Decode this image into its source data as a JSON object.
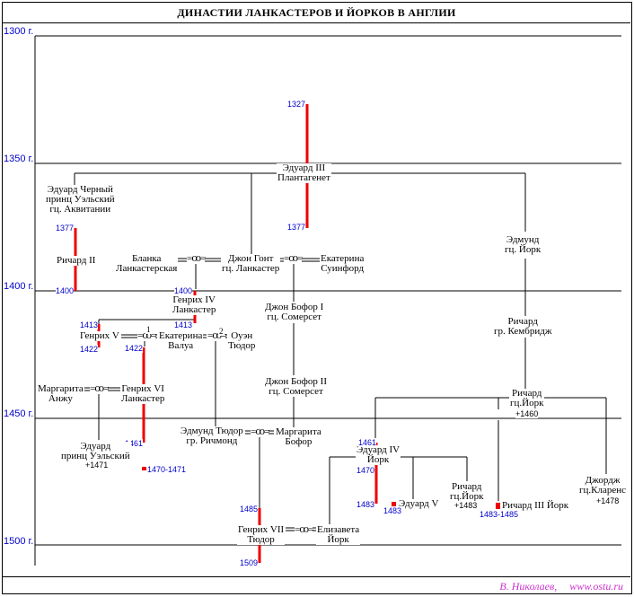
{
  "title": "ДИНАСТИИ  ЛАНКАСТЕРОВ  И  ЙОРКОВ  В  АНГЛИИ",
  "credit": {
    "author": "В. Николаев,",
    "site": "www.ostu.ru"
  },
  "year_labels": [
    "1300 г.",
    "1350 г.",
    "1400 г.",
    "1450 г.",
    "1500 г."
  ],
  "colors": {
    "reign": "#ee0000",
    "year_text": "#0000cc",
    "credit": "#cc33cc",
    "line": "#000000"
  },
  "marriage_symbol": "=ꝏ=",
  "people": {
    "edward3": {
      "lines": [
        "Эдуард III",
        "Плантагенет"
      ],
      "reign_start": "1327",
      "reign_end": "1377"
    },
    "black_prince": {
      "lines": [
        "Эдуард Черный",
        "принц Уэльский",
        "гц. Аквитании"
      ]
    },
    "richard2": {
      "lines": [
        "Ричард II"
      ],
      "reign_start": "1377",
      "reign_end": "1400"
    },
    "blanca": {
      "lines": [
        "Бланка",
        "Ланкастерская"
      ]
    },
    "john_gaunt": {
      "lines": [
        "Джон Гонт",
        "гц. Ланкастер"
      ]
    },
    "catherine_s": {
      "lines": [
        "Екатерина",
        "Суинфорд"
      ]
    },
    "edmund_york": {
      "lines": [
        "Эдмунд",
        "гц. Йорк"
      ]
    },
    "henry4": {
      "lines": [
        "Генрих IV",
        "Ланкастер"
      ],
      "reign_start": "1400",
      "reign_end": "1413"
    },
    "john_beaufort1": {
      "lines": [
        "Джон Бофор I",
        "гц. Сомерсет"
      ]
    },
    "richard_camb": {
      "lines": [
        "Ричард",
        "гр. Кембридж"
      ]
    },
    "henry5": {
      "lines": [
        "Генрих V"
      ],
      "reign_start": "1413",
      "reign_end": "1422"
    },
    "catherine_v": {
      "lines": [
        "Екатерина",
        "Валуа"
      ]
    },
    "owen_tudor": {
      "lines": [
        "Оуэн",
        "Тюдор"
      ]
    },
    "margaret_anjou": {
      "lines": [
        "Маргарита",
        "Анжу"
      ]
    },
    "henry6": {
      "lines": [
        "Генрих VI",
        "Ланкастер"
      ],
      "reign_start": "1422",
      "reign_end": "1461",
      "reign_extra": "1470-1471"
    },
    "john_beaufort2": {
      "lines": [
        "Джон Бофор II",
        "гц. Сомерсет"
      ]
    },
    "richard_york": {
      "lines": [
        "Ричард",
        "гц.Йорк"
      ],
      "death": "+1460"
    },
    "edward_wales": {
      "lines": [
        "Эдуард",
        "принц Уэльский"
      ],
      "death": "+1471"
    },
    "edmund_tudor": {
      "lines": [
        "Эдмунд Тюдор",
        "гр. Ричмонд"
      ]
    },
    "margaret_beaufort": {
      "lines": [
        "Маргарита",
        "Бофор"
      ]
    },
    "edward4": {
      "lines": [
        "Эдуард IV",
        "Йорк"
      ],
      "reign_start": "1461",
      "reign_mid": "1470",
      "reign_end": "1483"
    },
    "edward5": {
      "lines": [
        "Эдуард V"
      ],
      "reign": "1483"
    },
    "richard_y2": {
      "lines": [
        "Ричард",
        "гц.Йорк"
      ],
      "death": "+1483"
    },
    "richard3": {
      "lines": [
        "Ричард III Йорк"
      ],
      "reign": "1483-1485"
    },
    "george": {
      "lines": [
        "Джордж",
        "гц.Кларенс"
      ],
      "death": "+1478"
    },
    "henry7": {
      "lines": [
        "Генрих VII",
        "Тюдор"
      ],
      "reign_start": "1485",
      "reign_end": "1509"
    },
    "elizabeth": {
      "lines": [
        "Елизавета",
        "Йорк"
      ]
    }
  },
  "marriage_order": {
    "first": "1",
    "second": "2"
  }
}
